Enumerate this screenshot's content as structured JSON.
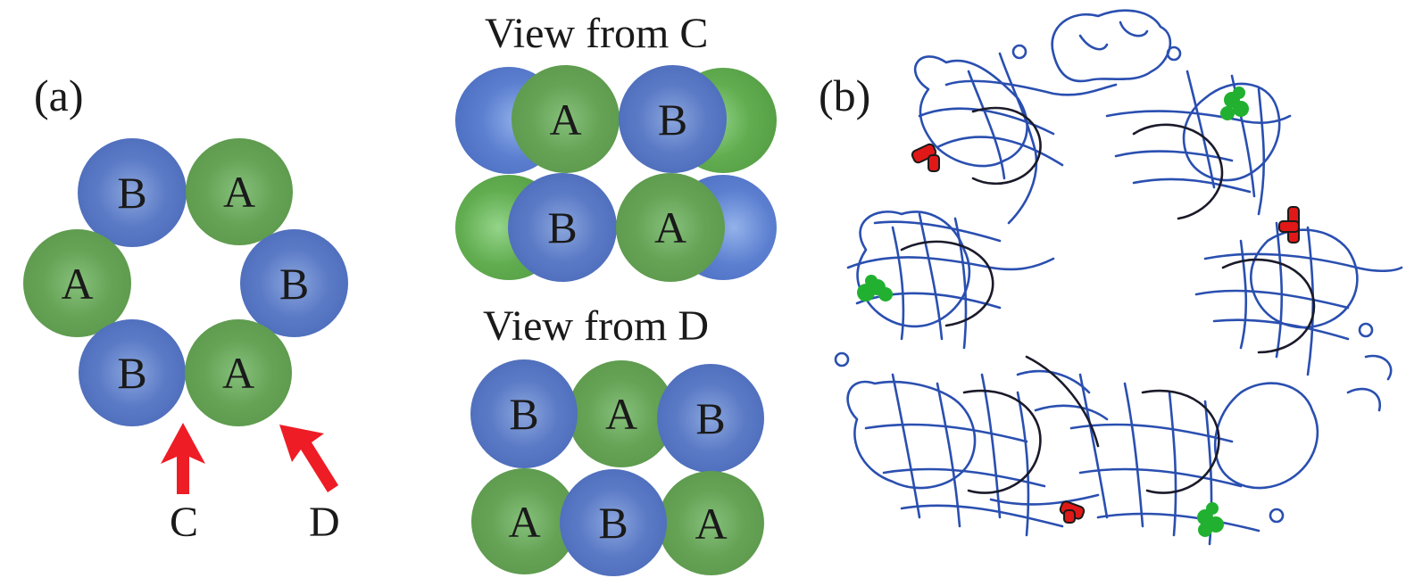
{
  "panel_a": {
    "label": "(a)",
    "ring": [
      {
        "letter": "B",
        "color": "blue"
      },
      {
        "letter": "A",
        "color": "green"
      },
      {
        "letter": "A",
        "color": "green"
      },
      {
        "letter": "B",
        "color": "blue"
      },
      {
        "letter": "B",
        "color": "blue"
      },
      {
        "letter": "A",
        "color": "green"
      }
    ],
    "arrows": [
      {
        "label": "C",
        "direction": "up"
      },
      {
        "label": "D",
        "direction": "up-left"
      }
    ]
  },
  "view_c": {
    "title": "View from C",
    "top_row": [
      "A",
      "B"
    ],
    "bottom_row": [
      "B",
      "A"
    ]
  },
  "view_d": {
    "title": "View from D",
    "top_row": [
      "B",
      "A",
      "B"
    ],
    "bottom_row": [
      "A",
      "B",
      "A"
    ]
  },
  "panel_b": {
    "label": "(b)",
    "description": "protein ribbon structure, hexameric ring",
    "markers": [
      "red",
      "green",
      "red",
      "green",
      "red",
      "green"
    ]
  },
  "colors": {
    "blue": "#4d6cbc",
    "green": "#5f9e4f",
    "arrow_red": "#ee1c25",
    "ribbon_blue": "#2a4fb0",
    "ribbon_dark": "#1a1a2a",
    "marker_red": "#e01818",
    "marker_green": "#22b030"
  }
}
